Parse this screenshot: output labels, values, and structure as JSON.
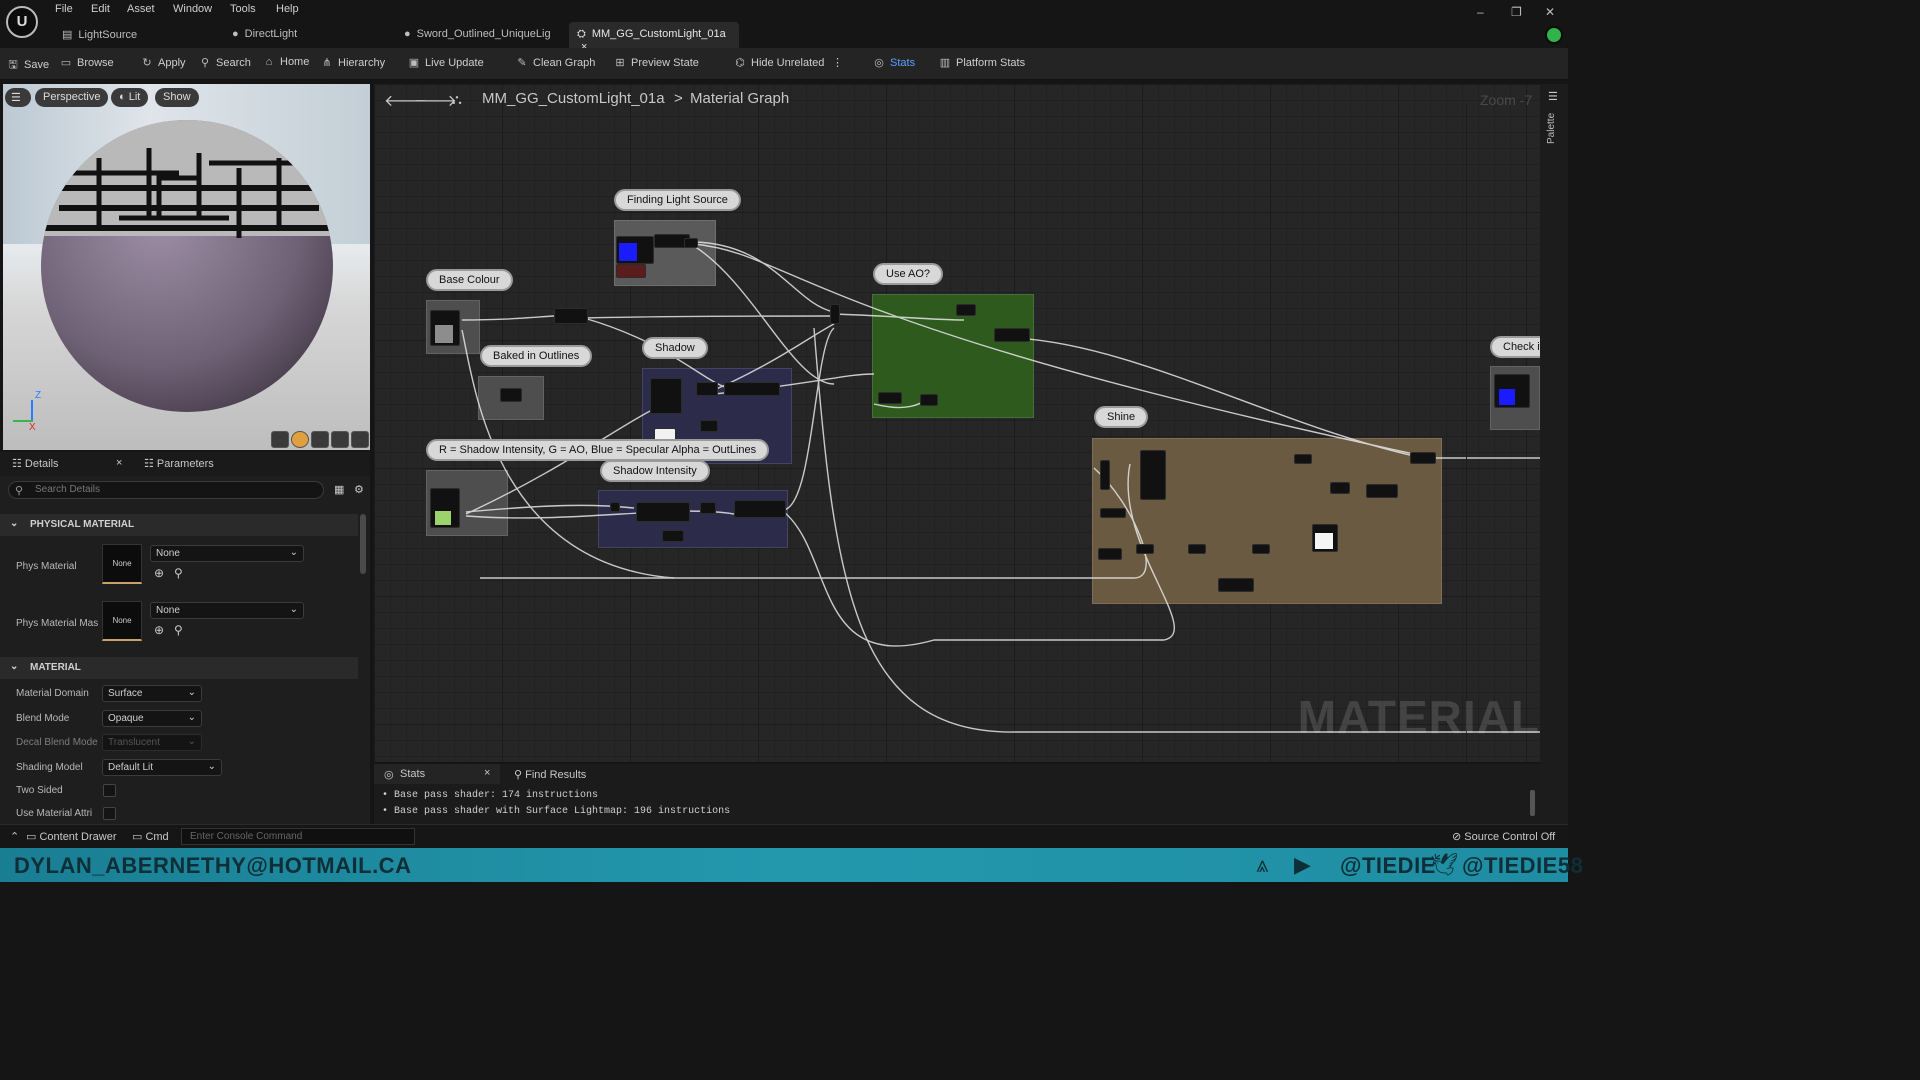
{
  "menu": {
    "items": [
      "File",
      "Edit",
      "Asset",
      "Window",
      "Tools",
      "Help"
    ]
  },
  "tabs": [
    {
      "label": "LightSource",
      "icon": "blueprint-icon"
    },
    {
      "label": "DirectLight",
      "icon": "material-icon"
    },
    {
      "label": "Sword_Outlined_UniqueLig",
      "icon": "material-icon"
    },
    {
      "label": "MM_GG_CustomLight_01a",
      "icon": "material-graph-icon",
      "active": true
    }
  ],
  "toolbar": {
    "save": "Save",
    "browse": "Browse",
    "apply": "Apply",
    "search": "Search",
    "home": "Home",
    "hierarchy": "Hierarchy",
    "live_update": "Live Update",
    "clean_graph": "Clean Graph",
    "preview_state": "Preview State",
    "hide_unrelated": "Hide Unrelated",
    "stats": "Stats",
    "platform_stats": "Platform Stats"
  },
  "viewport": {
    "perspective": "Perspective",
    "lit": "Lit",
    "show": "Show",
    "axis_z": "Z",
    "axis_x": "X"
  },
  "details": {
    "tab_details": "Details",
    "tab_parameters": "Parameters",
    "search_placeholder": "Search Details",
    "section_physical": "PHYSICAL MATERIAL",
    "section_material": "MATERIAL",
    "phys_material": {
      "label": "Phys Material",
      "thumb": "None",
      "value": "None"
    },
    "phys_material_mask": {
      "label": "Phys Material Mas",
      "thumb": "None",
      "value": "None"
    },
    "material_domain": {
      "label": "Material Domain",
      "value": "Surface"
    },
    "blend_mode": {
      "label": "Blend Mode",
      "value": "Opaque"
    },
    "decal_blend_mode": {
      "label": "Decal Blend Mode",
      "value": "Translucent"
    },
    "shading_model": {
      "label": "Shading Model",
      "value": "Default Lit"
    },
    "two_sided": {
      "label": "Two Sided"
    },
    "use_material_attr": {
      "label": "Use Material Attri"
    }
  },
  "graph": {
    "breadcrumb_asset": "MM_GG_CustomLight_01a",
    "breadcrumb_sep": ">",
    "breadcrumb_graph": "Material Graph",
    "zoom": "Zoom -7",
    "watermark": "MATERIAL",
    "comments": {
      "finding_light": "Finding Light Source",
      "base_colour": "Base Colour",
      "baked_outlines": "Baked in Outlines",
      "shadow": "Shadow",
      "use_ao": "Use AO?",
      "shine": "Shine",
      "check": "Check if",
      "channel_note": "R = Shadow Intensity, G = AO, Blue = Specular  Alpha = OutLines",
      "shadow_intensity": "Shadow Intensity"
    }
  },
  "palette_label": "Palette",
  "stats": {
    "tab_stats": "Stats",
    "tab_find": "Find Results",
    "lines": [
      "Base pass shader: 174 instructions",
      "Base pass shader with Surface Lightmap: 196 instructions"
    ]
  },
  "statusbar": {
    "content_drawer": "Content Drawer",
    "cmd": "Cmd",
    "console_placeholder": "Enter Console Command",
    "source_control": "Source Control Off"
  },
  "banner": {
    "email": "DYLAN_ABERNETHY@HOTMAIL.CA",
    "youtube": "@TIEDIE",
    "twitter": "@TIEDIE58"
  },
  "colors": {
    "accent": "#5aa0ff",
    "banner": "#2398ad",
    "ao_box": "#2f5a1e",
    "shine_box": "#6b5a42",
    "shadow_box": "#2a2a4a"
  }
}
